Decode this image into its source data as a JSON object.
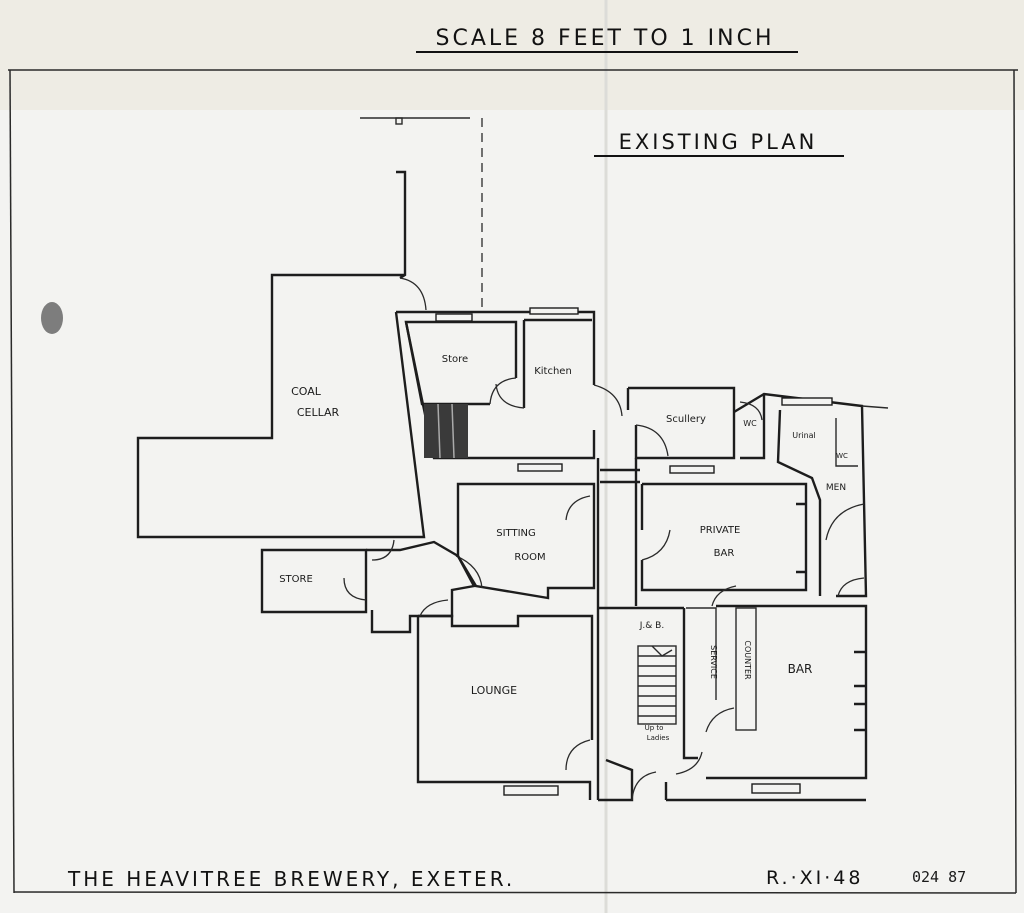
{
  "header": {
    "scale": "SCALE 8 FEET TO 1 INCH",
    "plan_title": "EXISTING PLAN"
  },
  "footer": {
    "company": "THE HEAVITREE BREWERY, EXETER.",
    "ref": "R.·XI·48",
    "pencil_note": "024 87"
  },
  "rooms": {
    "coal_cellar_line1": "COAL",
    "coal_cellar_line2": "CELLAR",
    "store_upper": "Store",
    "kitchen": "Kitchen",
    "scullery": "Scullery",
    "wc": "WC",
    "urinal": "Urinal",
    "wc_small": "WC",
    "men": "MEN",
    "sitting_room_line1": "SITTING",
    "sitting_room_line2": "ROOM",
    "private_bar_line1": "PRIVATE",
    "private_bar_line2": "BAR",
    "store_lower": "STORE",
    "lounge": "LOUNGE",
    "jb": "J.& B.",
    "service": "SERVICE",
    "counter": "COUNTER",
    "bar": "BAR",
    "stairs_note_line1": "Up to",
    "stairs_note_line2": "Ladies"
  }
}
